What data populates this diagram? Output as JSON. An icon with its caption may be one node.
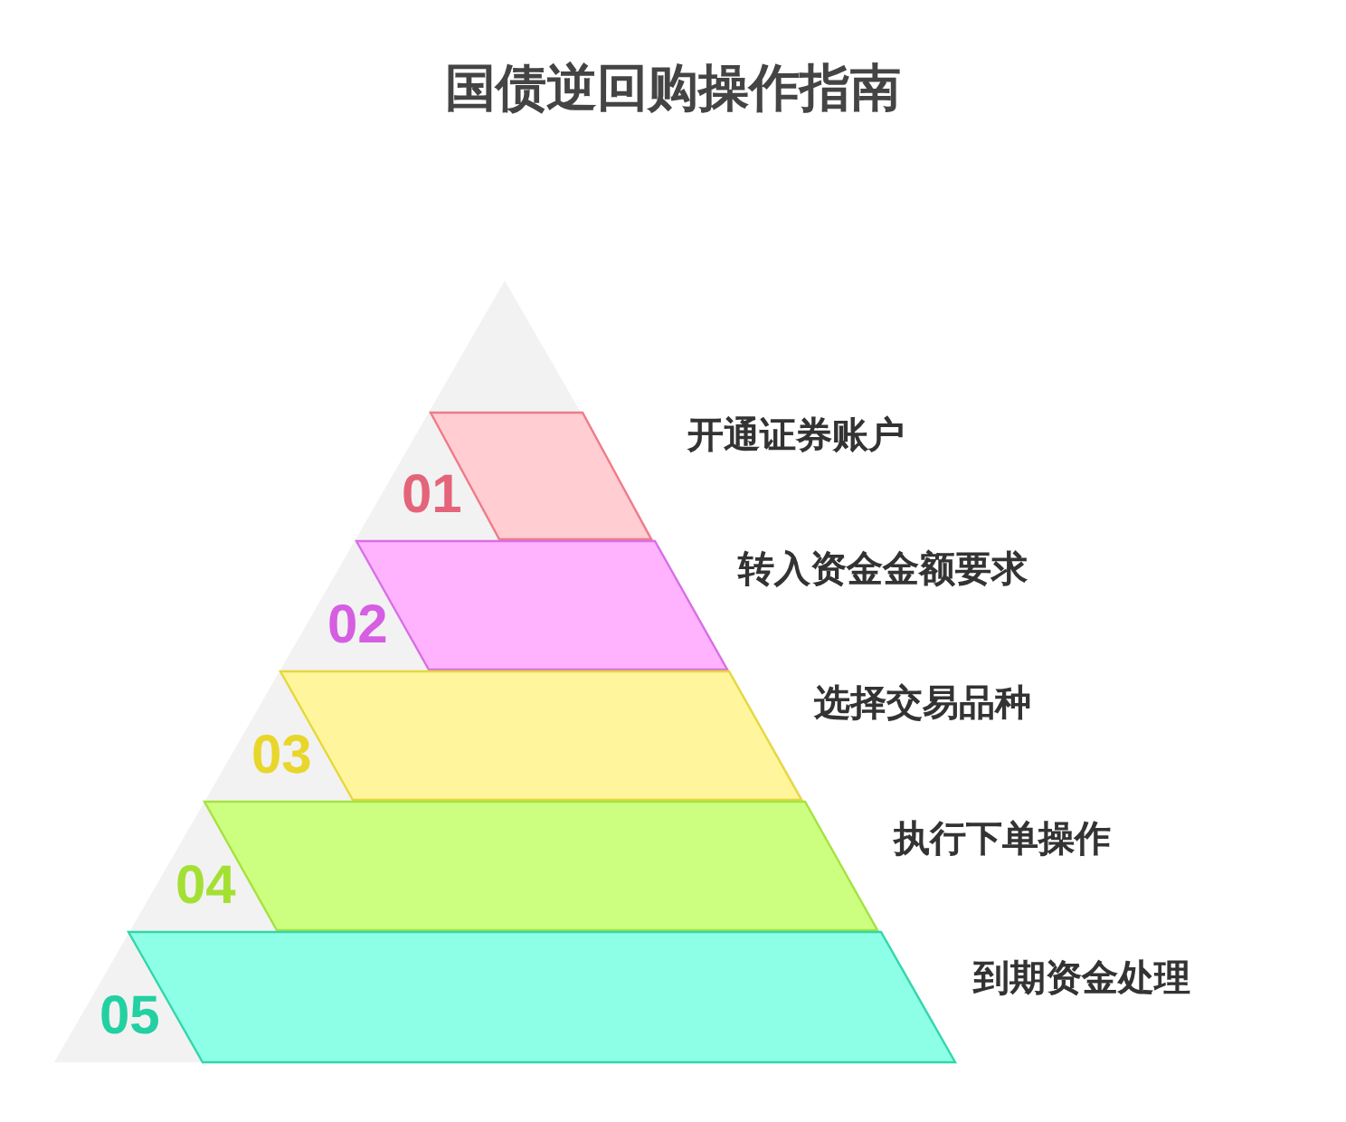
{
  "diagram": {
    "title": "国债逆回购操作指南",
    "nodes": [
      {
        "text": [
          "01"
        ],
        "beside": [
          "开通证券账户"
        ]
      },
      {
        "text": [
          "02"
        ],
        "beside": [
          "转入资金金额要求"
        ]
      },
      {
        "text": [
          "03"
        ],
        "beside": [
          "选择交易品种"
        ]
      },
      {
        "text": [
          "04"
        ],
        "beside": [
          "执行下单操作"
        ]
      },
      {
        "text": [
          "05"
        ],
        "beside": [
          "到期资金处理"
        ]
      }
    ]
  }
}
